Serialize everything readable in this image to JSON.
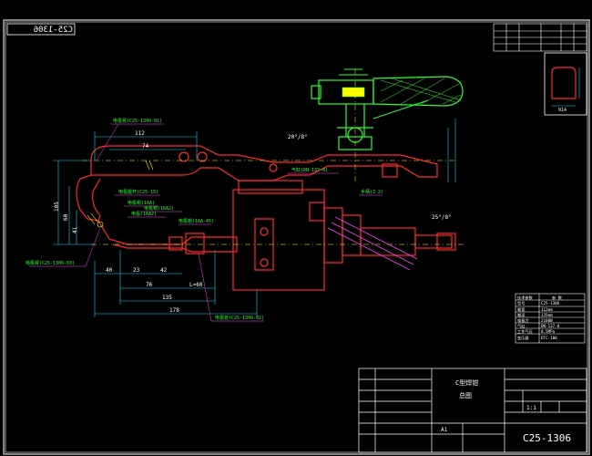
{
  "colors": {
    "background": "#000000",
    "frame": "#ffffff",
    "part": "#ff2a2a",
    "dimension": "#00d8ff",
    "leader_text": "#ff40ff",
    "label_green": "#2cff2c",
    "hatch_text": "#ffff00",
    "centerline": "#ffff00"
  },
  "drawing": {
    "code_mirrored": "C25-1306",
    "code": "C25-1306",
    "sheet_size": "A1",
    "scale": "1:1",
    "title_cn_1": "C型焊钳",
    "title_cn_2": "总图"
  },
  "dimensions": {
    "d112": "112",
    "d74": "74",
    "d40": "40",
    "d23": "23",
    "d42": "42",
    "d76": "76",
    "d135": "135",
    "d178": "178",
    "d105": "105",
    "d60": "60",
    "d41": "41",
    "d60L": "L=60",
    "ang1": "20°/8°",
    "ang2": "25°/8°",
    "inset_w": "914"
  },
  "labels": {
    "l1": "电极臂(C25-1306-01)",
    "l2": "电极握杆(C25-15)",
    "l3": "电极帽(16A)",
    "l4": "电极(16A2)",
    "l5": "电极帽(16A2)",
    "l6": "电极帽(16A-45)",
    "l7": "电极臂(C25-1306-03)",
    "l8": "电极管(C25-1306-02)",
    "l9": "气缸(DN-137-8)",
    "l10": "手柄(Z-2)"
  },
  "spec_table": {
    "header": [
      "技术参数",
      "参 数"
    ],
    "rows": [
      [
        "型号",
        "C25-1306"
      ],
      [
        "喉宽",
        "112mm"
      ],
      [
        "喉深",
        "135mm"
      ],
      [
        "电极力",
        "2100N"
      ],
      [
        "气缸",
        "DN-137-8"
      ],
      [
        "工作气压",
        "0.5MPa"
      ],
      [
        "变压器",
        "DTC-100"
      ]
    ]
  }
}
